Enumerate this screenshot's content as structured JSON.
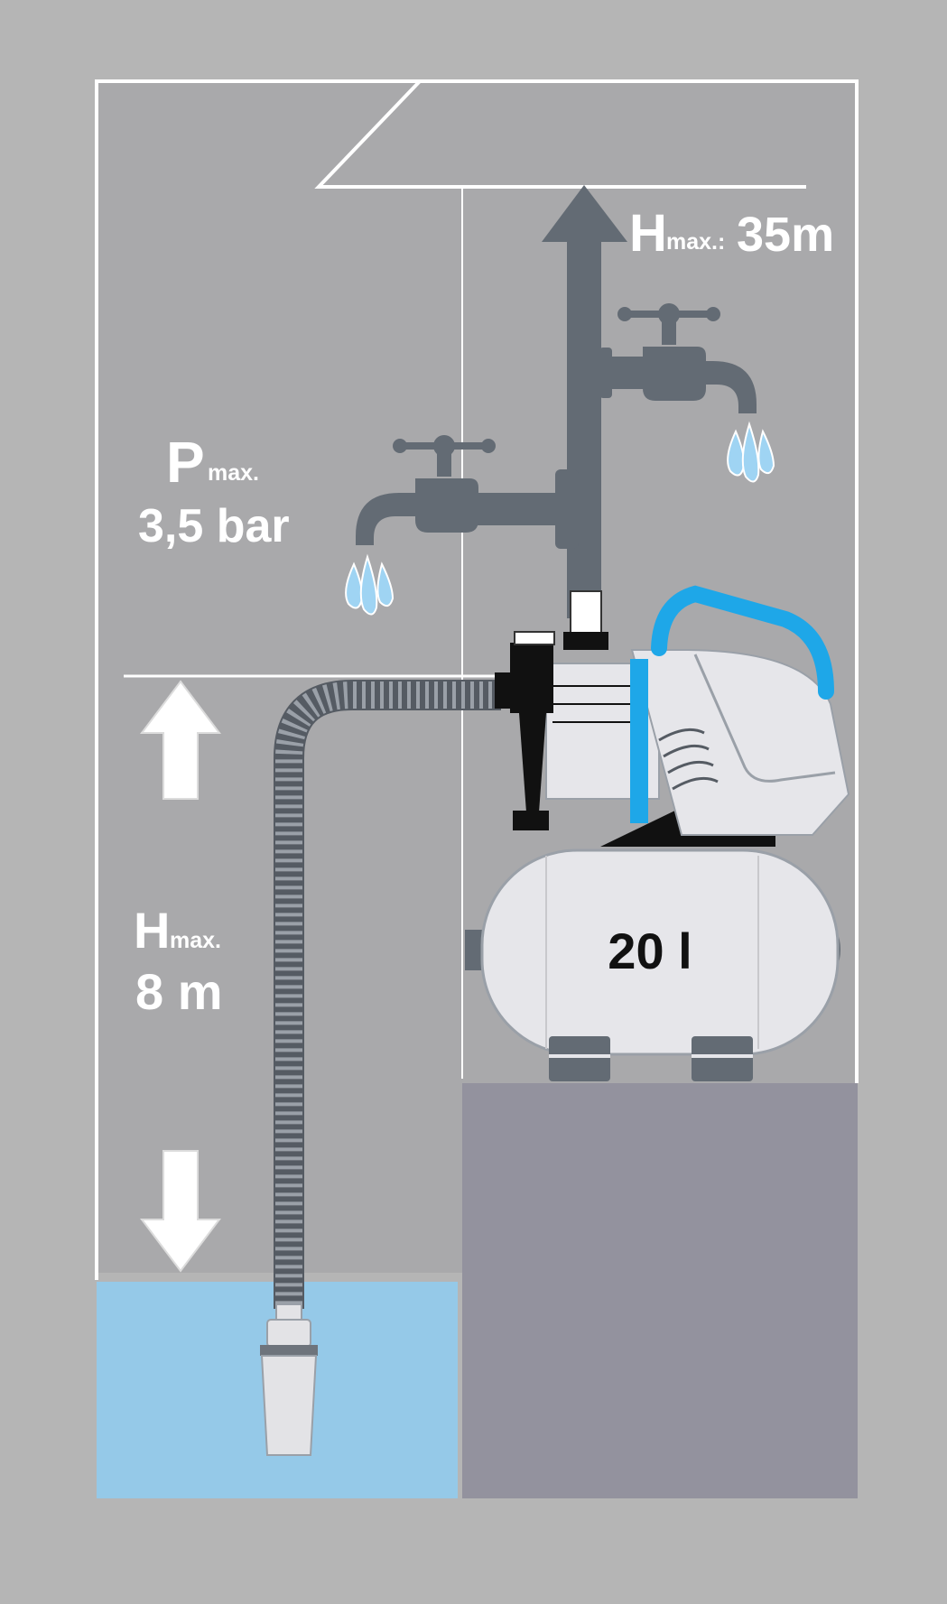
{
  "labels": {
    "head_top": {
      "main": "H",
      "sub": "max.:",
      "value": "35m"
    },
    "pressure": {
      "main": "P",
      "sub": "max.",
      "value": "3,5 bar"
    },
    "suction": {
      "main": "H",
      "sub": "max.",
      "value": "8 m"
    },
    "tank_volume": "20 l"
  },
  "colors": {
    "background": "#b5b5b5",
    "room": "#a7a7a9",
    "outline": "#ffffff",
    "pipe": "#636b74",
    "water": "#95c9e8",
    "water_drop": "#9fd4f3",
    "pedestal": "#93929e",
    "pump_body": "#e6e6ea",
    "pump_accent": "#1ea7e8",
    "pump_dark": "#111111",
    "hose": "#8d929c"
  },
  "icons": [
    "up-arrow-icon",
    "down-arrow-icon",
    "tap-icon",
    "water-drop-icon",
    "jet-pump-icon",
    "pressure-tank-icon",
    "suction-hose-icon",
    "foot-valve-icon"
  ]
}
